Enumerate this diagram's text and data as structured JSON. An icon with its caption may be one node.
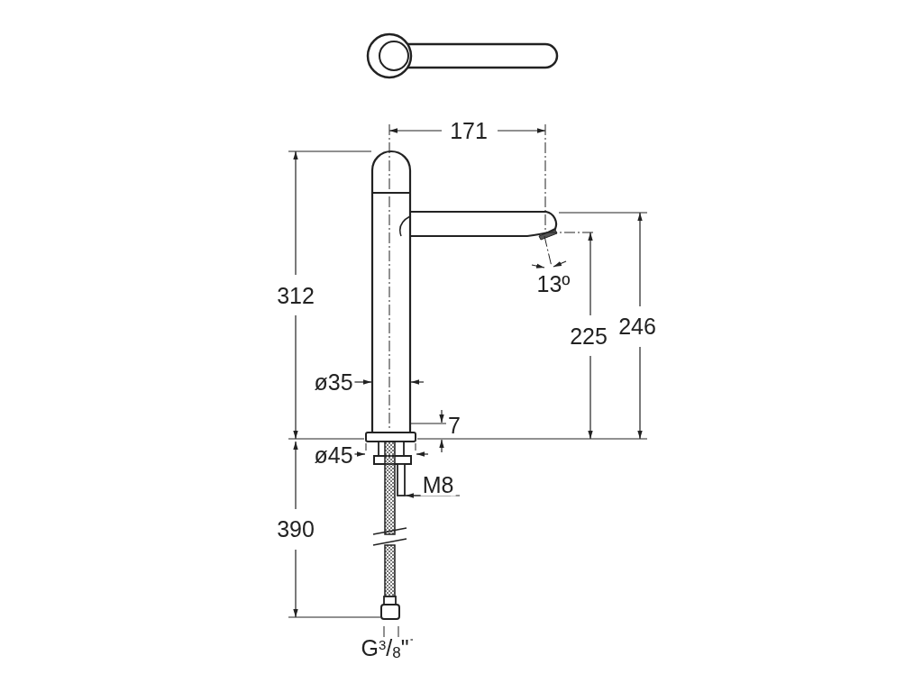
{
  "diagram": {
    "labels": [
      "171",
      "312",
      "13º",
      "225",
      "246",
      "ø35",
      "7",
      "ø45",
      "M8",
      "390",
      "G$^{3}$/$_{8}$\""
    ]
  }
}
